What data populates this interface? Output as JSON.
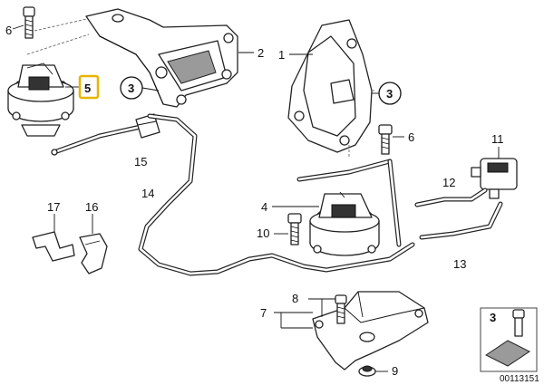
{
  "diagram": {
    "callouts": [
      {
        "label": "6"
      },
      {
        "label": "5"
      },
      {
        "label": "2"
      },
      {
        "label": "3"
      },
      {
        "label": "1"
      },
      {
        "label": "3"
      },
      {
        "label": "6"
      },
      {
        "label": "11"
      },
      {
        "label": "15"
      },
      {
        "label": "14"
      },
      {
        "label": "17"
      },
      {
        "label": "16"
      },
      {
        "label": "4"
      },
      {
        "label": "12"
      },
      {
        "label": "10"
      },
      {
        "label": "13"
      },
      {
        "label": "8"
      },
      {
        "label": "7"
      },
      {
        "label": "9"
      }
    ],
    "legend": {
      "label": "3"
    },
    "drawing_code": "00113151",
    "highlight_color": "#e8b400"
  }
}
